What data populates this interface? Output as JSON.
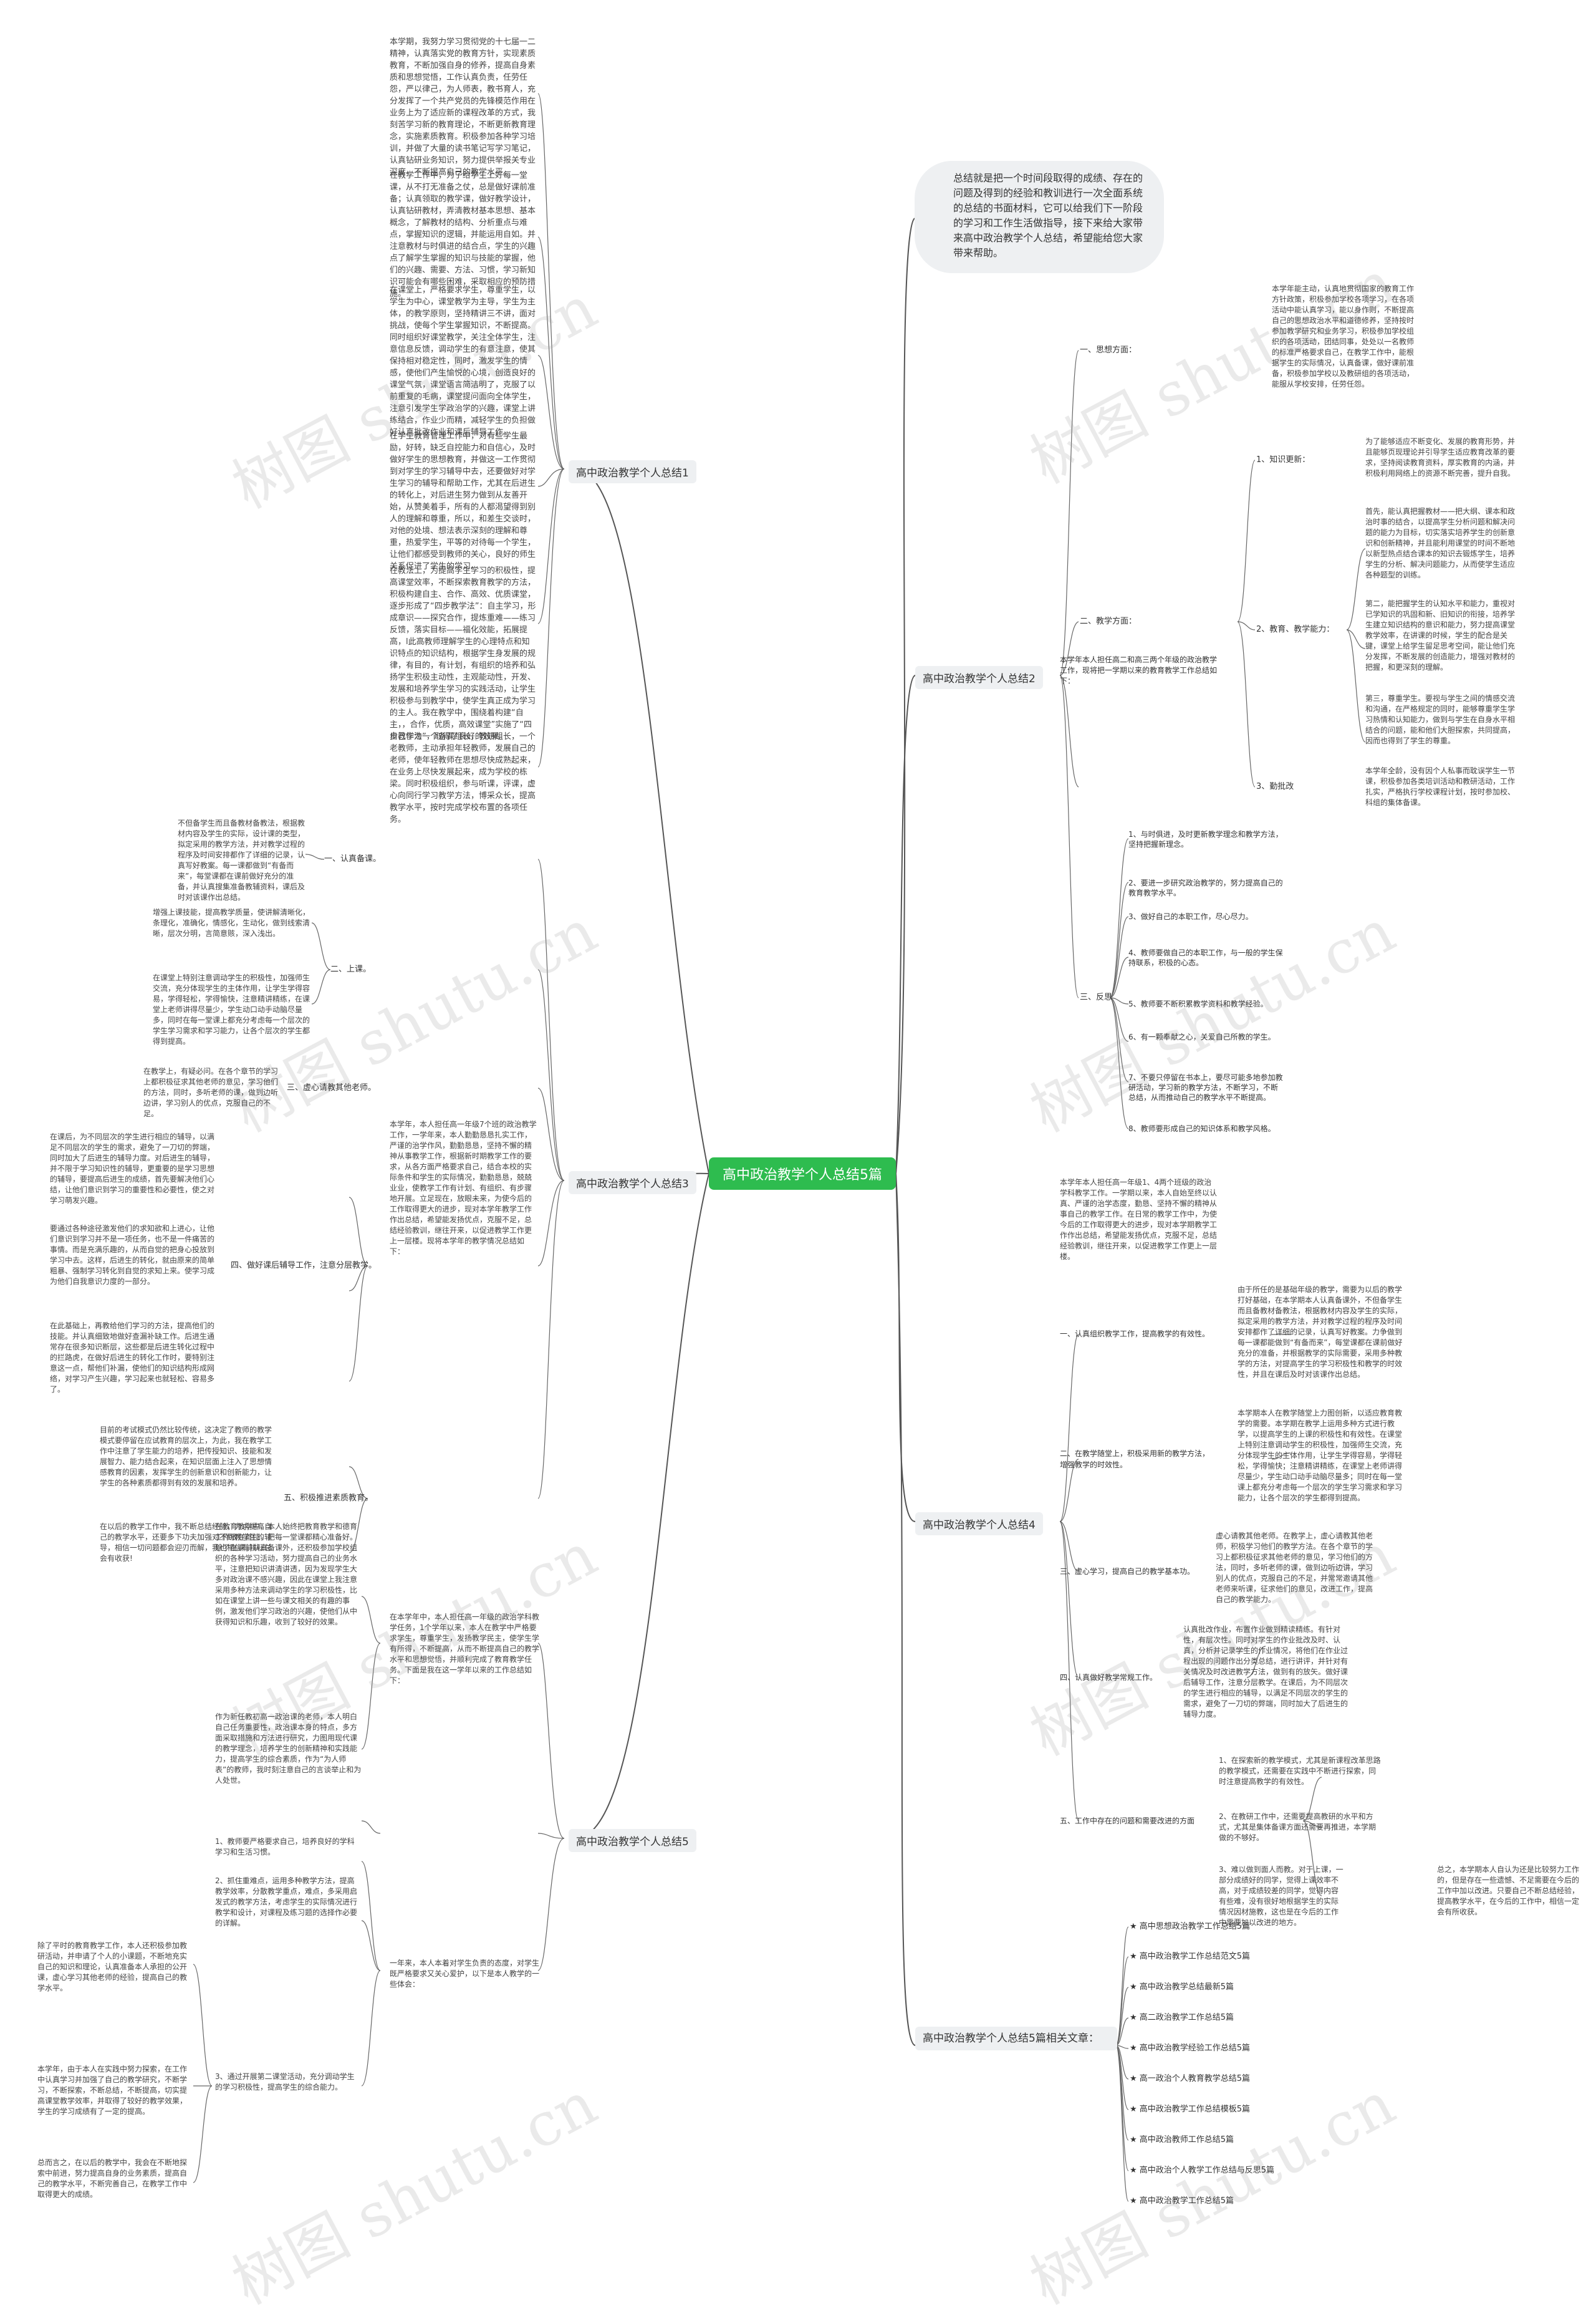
{
  "watermark": "树图 shutu.cn",
  "root": "高中政治教学个人总结5篇",
  "summary": "总结就是把一个时间段取得的成绩、存在的问题及得到的经验和教训进行一次全面系统的总结的书面材料，它可以给我们下一阶段的学习和工作生活做指导，接下来给大家带来高中政治教学个人总结，希望能给您大家带来帮助。",
  "s1": {
    "title": "高中政治教学个人总结1",
    "p1": "本学期，我努力学习贯彻党的十七届一二精神，认真落实党的教育方针，实现素质教育，不断加强自身的修养，提高自身素质和思想觉悟，工作认真负责，任劳任怨，严以律己，为人师表，教书育人，充分发挥了一个共产党员的先锋模范作用在业务上为了适应新的课程改革的方式，我刻苦学习新的教育理论，不断更新教育理念，实施素质教育。积极参加各种学习培训，并做了大量的读书笔记写学习笔记，认真钻研业务知识，努力提供举报关专业深度，不断提高自己的教学水平。",
    "p2": "在教学工作中，为了给学生上好每一堂课，从不打无准备之仗，总是做好课前准备；认真领取的教学课，做好教学设计，认真钻研教材，弄清教材基本思想、基本概念，了解教材的结构、分析重点与难点，掌握知识的逻辑，并能运用自如。并注意教材与时俱进的结合点，学生的兴趣点了解学生掌握的知识与技能的掌握，他们的兴趣、需要、方法、习惯，学习新知识可能会有哪些困难，采取相应的预防措施。",
    "p3": "在课堂上，严格要求学生，尊重学生，以学生为中心，课堂教学为主导，学生为主体，的教学原则，坚持精讲三不讲，面对挑战，使每个学生掌握知识，不断提高。同时组织好课堂教学，关注全体学生，注意信息反馈，调动学生的有意注意，使其保持相对稳定性，同时，激发学生的情感，使他们产生愉悦的心境，创造良好的课堂气氛，课堂语言简洁明了，克服了以前重复的毛病，课堂提问面向全体学生，注意引发学生学政治学的兴趣，课堂上讲练结合，作业少而精，减轻学生的负担做好认真批改作业和课后辅导工作。",
    "p4": "在学生教育管理工作中，对有些学生最励，好转，缺乏自控能力和自信心，及时做好学生的思想教育，并做这一工作贯彻到对学生的学习辅导中去，还要做好对学生学习的辅导和帮助工作，尤其在后进生的转化上，对后进生努力做到从友善开始，从赞美着手，所有的人都渴望得到别人的理解和尊重，所以，和差生交谈时，对他的处境、想法表示深刻的理解和尊重，热爱学生，平等的对待每一个学生，让他们都感受到教师的关心，良好的师生关系促进了学生的学习。",
    "p5": "在教法上，为提高学生学习的积极性，提高课堂效率，不断探索教育教学的方法，积极构建自主、合作、高效、优质课堂，逐步形成了“四步教学法”：自主学习，形成章识——探究合作，提炼重难——练习反馈，落实目标——福化效能，拓展提高，l此高教师理解学生的心理特点和知识特点的知识结构，根据学生身发展的规律，有目的，有计划，有组织的培养和弘扬学生积极主动性，主观能动性，开发、发展和培养学生学习的实践活动，让学生积极参与到教学中，使学生真正成为学习的主人。我在教学中，围绕着构建“自主，，合作，优质，高效课堂”实施了“四步教学法”，取得了良好的效果。",
    "p6": "自己作为一个备课组长，教研组长，一个老教师，主动承担年轻教师，发展自己的老师，使年轻教师在思想尽快成熟起来，在业务上尽快发展起来，成为学校的栋梁。同时积极组织，参与听课，评课，虚心向同行学习教学方法，博采众长，提高教学水平，按时完成学校布置的各项任务。"
  },
  "s2": {
    "title": "高中政治教学个人总结2",
    "intro": "本学年本人担任高二和高三两个年级的政治教学工作，现将把一学期以来的教育教学工作总结如下：",
    "a_label": "一、思想方面：",
    "a_text": "本学年能主动，认真地贯彻国家的教育工作方针政策，积极参加学校各项学习，在各项活动中能认真学习，能以身作则，不断提高自己的思想政治水平和道德修养，坚持按时参加教学研究和业务学习，积极参加学校组织的各项活动，团结同事，处处以一名教师的标准严格要求自己，在教学工作中，能根据学生的实际情况，认真备课，做好课前准备，积极参加学校以及教研组的各项活动，能服从学校安排，任劳任怨。",
    "b_label": "二、教学方面：",
    "b1_label": "1、知识更新：",
    "b1_text": "为了能够适应不断变化、发展的教育形势，并且能够页现理论并引导学生适应教育改革的要求，坚持阅读教育资料，厚实教育的内涵，并积极利用网络上的资源不断完善，提升自我。",
    "b2_label": "2、教育、教学能力：",
    "b2_text1": "首先，能认真把握教材——把大纲、课本和政治时事的结合，以提高学生分析问题和解决问题的能力为目标，切实落实培养学生的创新意识和创新精神，并且能利用课堂的时间不断地以新型热点结合课本的知识去锻炼学生，培养学生的分析、解决问题能力，从而使学生适应各种题型的训练。",
    "b2_text2": "第二，能把握学生的认知水平和能力，重视对已学知识的巩固和新、旧知识的衔接，培养学生建立知识结构的意识和能力，努力提高课堂教学效率，在讲课的时候，学生的配合是关键，课堂上给学生留足思考空间，能让他们充分发挥，不断发展的创造能力，增强对教材的把握，和更深刻的理解。",
    "b2_text3": "第三，尊重学生。要视与学生之间的情感交流和沟通，在严格规定的同时，能够尊重学生学习热情和认知能力，做到与学生在自身水平相结合的问题，能和他们大胆探索，共同提高，因而也得到了学生的尊重。",
    "b3_label": "3、勤批改",
    "b3_text": "本学年全龄，没有因个人私事而耽误学生一节课，积极参加各类培训活动和教研活动，工作扎实，严格执行学校课程计划，按时参加校、科组的集体备课。",
    "c_label": "三、反思",
    "c_items": [
      "1、与时俱进，及时更新教学理念和教学方法，坚持把握新理念。",
      "2、要进一步研究政治教学的，努力提高自己的教育教学水平。",
      "3、做好自己的本职工作，尽心尽力。",
      "4、教师要做自己的本职工作，与一般的学生保持联系，积极的心态。",
      "5、教师要不断积累教学资料和教学经验。",
      "6、有一颗奉献之心，关爱自己所教的学生。",
      "7、不要只停留在书本上，要尽可能多地参加教研活动，学习新的教学方法，不断学习，不断总结，从而推动自己的教学水平不断提高。",
      "8、教师要形成自己的知识体系和教学风格。"
    ]
  },
  "s3": {
    "title": "高中政治教学个人总结3",
    "intro": "本学年，本人担任高一年级7个班的政治教学工作，一学年来，本人勤勤恳恳扎实工作，严谨的治学作风，勤勤恳恳，坚持不懈的精神从事教学工作，根据新时期教学工作的要求，从各方面严格要求自己，结合本校的实际条件和学生的实际情况，勤勤恳恳，兢兢业业，使教学工作有计划、有组织、有步骤地开展。立足现在，放眼未来，为使今后的工作取得更大的进步，现对本学年教学工作作出总结，希望能发扬优点，克服不足，总结经验教训，继往开来，以促进教学工作更上一层楼。现将本学年的教学情况总结如下：",
    "a_label": "一、认真备课。",
    "a_text": "不但备学生而且备教材备教法，根据教材内容及学生的实际，设计课的类型，拟定采用的教学方法，并对教学过程的程序及时间安排都作了详细的记录，认真写好教案。每一课都做到“有备而来”，每堂课都在课前做好充分的准备，并认真搜集准备教辅资料，课后及时对该课作出总结。",
    "b_label": "二、上课。",
    "b_text1": "增强上课技能，提高教学质量，使讲解清晰化，条理化，准确化，情感化，生动化，做到线索清晰，层次分明，言简意赅，深入浅出。",
    "b_text2": "在课堂上特别注意调动学生的积极性，加强师生交流，充分体现学生的主体作用，让学生学得容易，学得轻松，学得愉快，注意精讲精练，在课堂上老师讲得尽量少，学生动口动手动脑尽量多，同时在每一堂课上都充分考虑每一个层次的学生学习需求和学习能力，让各个层次的学生都得到提高。",
    "c_label": "三、虚心请教其他老师。",
    "c_text": "在教学上，有疑必问。在各个章节的学习上都积极征求其他老师的意见，学习他们的方法，同时，多听老师的课，做到边听边讲，学习别人的优点，克服自己的不足。",
    "d_label": "四、做好课后辅导工作，注意分层教学。",
    "d_text1": "在课后，为不同层次的学生进行相应的辅导，以满足不同层次的学生的需求，避免了一刀切的弊端，同时加大了后进生的辅导力度。对后进生的辅导，并不限于学习知识性的辅导，更重要的是学习思想的辅导，要提高后进生的成绩，首先要解决他们心结，让他们意识到学习的重要性和必要性，使之对学习萌发兴趣。",
    "d_text2": "要通过各种途径激发他们的求知欲和上进心，让他们意识到学习并不是一项任务，也不是一件痛苦的事情。而是充满乐趣的，从而自觉的把身心投放到学习中去。这样，后进生的转化，就由原来的简单粗暴、强制学习转化到自觉的求知上来。使学习成为他们自我意识力度的一部分。",
    "d_text3": "在此基础上，再教给他们学习的方法，提高他们的技能。并认真细致地做好查漏补缺工作。后进生通常存在很多知识断层，这些都是后进生转化过程中的拦路虎，在做好后进生的转化工作时，要特别注意这一点，帮他们补漏，使他们的知识结构形成网络，对学习产生兴趣，学习起来也就轻松、容易多了。",
    "e_label": "五、积极推进素质教育。",
    "e_text1": "目前的考试模式仍然比较传统，这决定了教师的教学模式要停留在应试教育的层次上，为此，我在教学工作中注意了学生能力的培养，把传授知识、技能和发展智力、能力结合起来，在知识层面上注入了思想情感教育的因素，发挥学生的创新意识和创新能力，让学生的各种素质都得到有效的发展和培养。",
    "e_text2": "在以后的教学工作中，我不断总结经验，力求提高自己的教学水平，还要多下功夫加强对不到教学生的辅导，相信一切问题都会迎刃而解，我也相信有耕耘总会有收获!"
  },
  "s4": {
    "title": "高中政治教学个人总结4",
    "intro": "本学年本人担任高一年级1、4两个班级的政治学科教学工作。一学期以来，本人自始至终以认真、严谨的治学态度，勤恳、坚持不懈的精神从事自己的教学工作。在日常的教学工作中，为使今后的工作取得更大的进步，现对本学期教学工作作出总结，希望能发扬优点，克服不足，总结经验教训，继往开来，以促进教学工作更上一层楼。",
    "a_label": "一、认真组织教学工作，提高教学的有效性。",
    "a_text": "由于所任的是基础年级的教学，需要为以后的教学打好基础，在本学期本人认真备课外，不但备学生而且备教材备教法，根据教材内容及学生的实际，拟定采用的教学方法，并对教学过程的程序及时间安排都作了详细的记录，认真写好教案。力争做到每一课都能做到“有备而来”，每堂课都在课前做好充分的准备，并根据教学的实际需要，采用多种教学的方法，对提高学生的学习积极性和教学的时效性，并且在课后及时对该课作出总结。",
    "b_label": "二、在教学随堂上，积极采用新的教学方法，增强教学的时效性。",
    "b_text": "本学期本人在教学随堂上力图创新，以适应教育教学的需要。本学期在教学上运用多种方式进行教学，以提高学生的上课的积极性和有效性。在课堂上特别注意调动学生的积极性，加强师生交流，充分体现学生的主体作用，让学生学得容易，学得轻松，学得愉快；注意精讲精练，在课堂上老师讲得尽量少，学生动口动手动脑尽量多；同时在每一堂课上都充分考虑每一个层次的学生学习需求和学习能力，让各个层次的学生都得到提高。",
    "c_label": "三、虚心学习，提高自己的教学基本功。",
    "c_text": "虚心请教其他老师。在教学上，虚心请教其他老师，积极学习他们的教学方法。在各个章节的学习上都积极征求其他老师的意见，学习他们的方法，同时，多听老师的课，做到边听边讲，学习别人的优点，克服自己的不足，并常常邀请其他老师来听课，征求他们的意见，改进工作，提高自己的教学能力。",
    "d_label": "四、认真做好教学常规工作。",
    "d_text": "认真批改作业，布置作业做到精读精练。有针对性，有层次性。同时对学生的作业批改及时、认真，分析并记录学生的作业情况，将他们在作业过程出现的问题作出分类总结，进行讲评，并针对有关情况及时改进教学方法，做到有的放矢。做好课后辅导工作，注意分层教学。在课后，为不同层次的学生进行相应的辅导，以满足不同层次的学生的需求，避免了一刀切的弊端，同时加大了后进生的辅导力度。",
    "e_label": "五、工作中存在的问题和需要改进的方面",
    "e1": "1、在探索新的教学模式，尤其是新课程改革思路的教学模式，还需要在实践中不断进行探索，同时注意提高教学的有效性。",
    "e2": "2、在教研工作中，还需要提高教研的水平和方式，尤其是集体备课方面还需要再推进，本学期做的不够好。",
    "e3": "3、难以做到面人而教。对于上课，一部分成绩好的同学，觉得上课效率不高，对于成绩较差的同学，觉得内容有些难，没有很好地根据学生的实际情况因材施教，这也是在今后的工作中需要加以改进的地方。",
    "end": "总之，本学期本人自认为还是比较努力工作的，但是存在一些遗憾、不足需要在今后的工作中加以改进。只要自己不断总结经验，提高教学水平，在今后的工作中，相信一定会有所收获。"
  },
  "s5": {
    "title": "高中政治教学个人总结5",
    "intro": "在本学年中，本人担任高一年级的政治学科教学任务，1个学年以来，本人在教学中严格要求学生，尊重学生，发扬教学民主，使学生学有所得，不断提高，从而不断提高自己的教学水平和思想觉悟，并顺利完成了教育教学任务。下面是我在这一学年以来的工作总结如下：",
    "p1": "在教育教学中，本人始终把教育教学和德育工作放在首位，把每一堂课都精心准备好。除了在课前认真备课外，还积极参加学校组织的各种学习活动，努力提高自己的业务水平，注意把知识讲清讲透，因为发现学生大多对政治课不感兴趣，因此在课堂上我注意采用多种方法来调动学生的学习积极性，比如在课堂上讲一些与课文相关的有趣的事例，激发他们学习政治的兴趣，使他们从中获得知识和乐趣，收到了较好的效果。",
    "p2": "作为新任教初高一政治课的老师，本人明白自己任务重要性，政治课本身的特点，多方面采取措施和方法进行研究，力图用现代课的教学理念，培养学生的创新精神和实践能力，提高学生的综合素质，作为“为人师表”的教师，我时刻注意自己的言谈举止和为人处世。",
    "q1": "1、教师要严格要求自己，培养良好的学科学习和生活习惯。",
    "q2": "2、抓住重难点，运用多种教学方法，提高教学效率，分散教学重点，难点，多采用启发式的教学方法，考虑学生的实际情况进行教学和设计，对课程及练习题的选择作必要的详解。",
    "q3": "3、通过开展第二课堂活动，充分调动学生的学习积极性，提高学生的综合能力。",
    "q3_intro": "一年来，本人本着对学生负责的态度，对学生既严格要求又关心爱护，以下是本人教学的一些体会：",
    "p3": "除了平时的教育教学工作，本人还积极参加教研活动，并申请了个人的小课题，不断地充实自己的知识和理论，认真准备本人承担的公开课，虚心学习其他老师的经验，提高自己的教学水平。",
    "p4": "本学年，由于本人在实践中努力探索，在工作中认真学习并加强了自己的教学研究，不断学习，不断探索，不断总结，不断提高，切实提高课堂教学效率，并取得了较好的教学效果，学生的学习成绩有了一定的提高。",
    "p5": "总而言之，在以后的教学中，我会在不断地探索中前进，努力提高自身的业务素质，提高自己的教学水平，不断完善自己，在教学工作中取得更大的成绩。"
  },
  "related": {
    "title": "高中政治教学个人总结5篇相关文章：",
    "items": [
      "★ 高中思想政治教学工作总结5篇",
      "★ 高中政治教学工作总结范文5篇",
      "★ 高中政治教学总结最新5篇",
      "★ 高二政治教学工作总结5篇",
      "★ 高中政治教学经验工作总结5篇",
      "★ 高一政治个人教育教学总结5篇",
      "★ 高中政治教学工作总结模板5篇",
      "★ 高中政治教师工作总结5篇",
      "★ 高中政治个人教学工作总结与反思5篇",
      "★ 高中政治教学工作总结5篇"
    ]
  }
}
